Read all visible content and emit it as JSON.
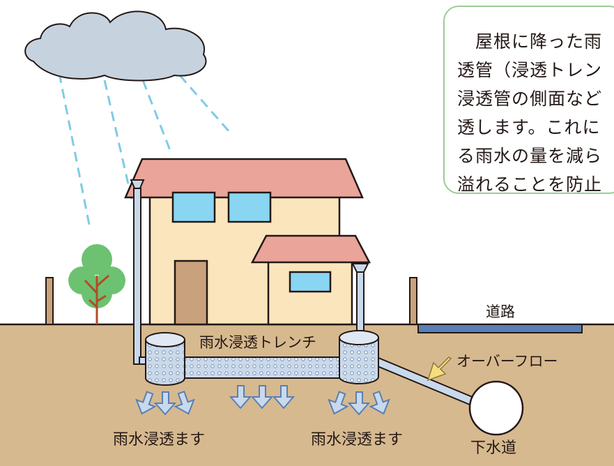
{
  "callout": {
    "lines": [
      "　屋根に降った雨",
      "透管（浸透トレン",
      "浸透管の側面など",
      "透します。これに",
      "る雨水の量を減ら",
      "溢れることを防止"
    ]
  },
  "labels": {
    "trench": "雨水浸透トレンチ",
    "road": "道路",
    "overflow": "オーバーフロー",
    "infiltrate_left": "雨水浸透ます",
    "infiltrate_right": "雨水浸透ます",
    "sewer": "下水道"
  },
  "colors": {
    "ground": "#d7b98f",
    "roof": "#eaa49a",
    "wall": "#fae5bd",
    "window": "#89d6f2",
    "cloud": "#c6d3df",
    "rain": "#7fcbe6",
    "pipe": "#c9d9ec",
    "tree": "#6cc270",
    "callout_border": "#9ccc95"
  }
}
